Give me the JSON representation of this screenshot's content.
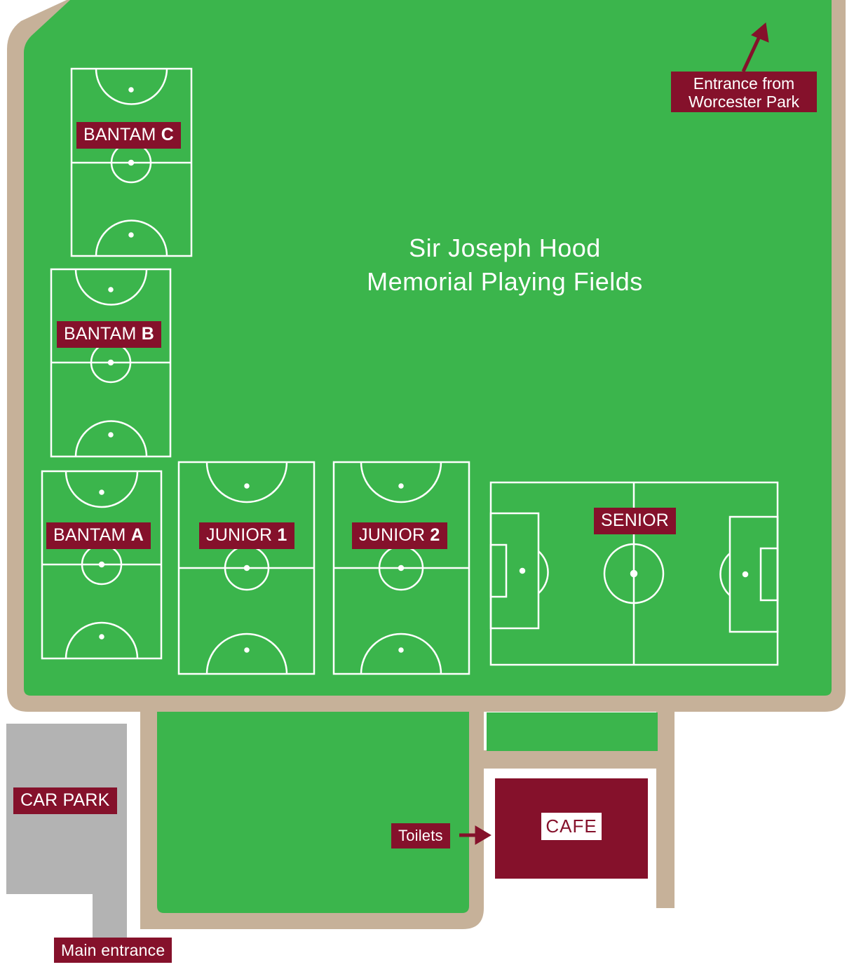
{
  "map": {
    "title_line1": "Sir Joseph Hood",
    "title_line2": "Memorial Playing Fields",
    "colors": {
      "grass": "#3bb54c",
      "path": "#c6b199",
      "label_bg": "#85112b",
      "car_park": "#b3b3b3",
      "line": "#ffffff"
    }
  },
  "pitches": [
    {
      "id": "bantam-c",
      "prefix": "BANTAM",
      "suffix": "C"
    },
    {
      "id": "bantam-b",
      "prefix": "BANTAM",
      "suffix": "B"
    },
    {
      "id": "bantam-a",
      "prefix": "BANTAM",
      "suffix": "A"
    },
    {
      "id": "junior-1",
      "prefix": "JUNIOR",
      "suffix": "1"
    },
    {
      "id": "junior-2",
      "prefix": "JUNIOR",
      "suffix": "2"
    },
    {
      "id": "senior",
      "prefix": "SENIOR",
      "suffix": ""
    }
  ],
  "facilities": {
    "entrance_worcester_line1": "Entrance from",
    "entrance_worcester_line2": "Worcester Park",
    "car_park": "CAR PARK",
    "main_entrance": "Main entrance",
    "toilets": "Toilets",
    "cafe": "CAFE"
  }
}
